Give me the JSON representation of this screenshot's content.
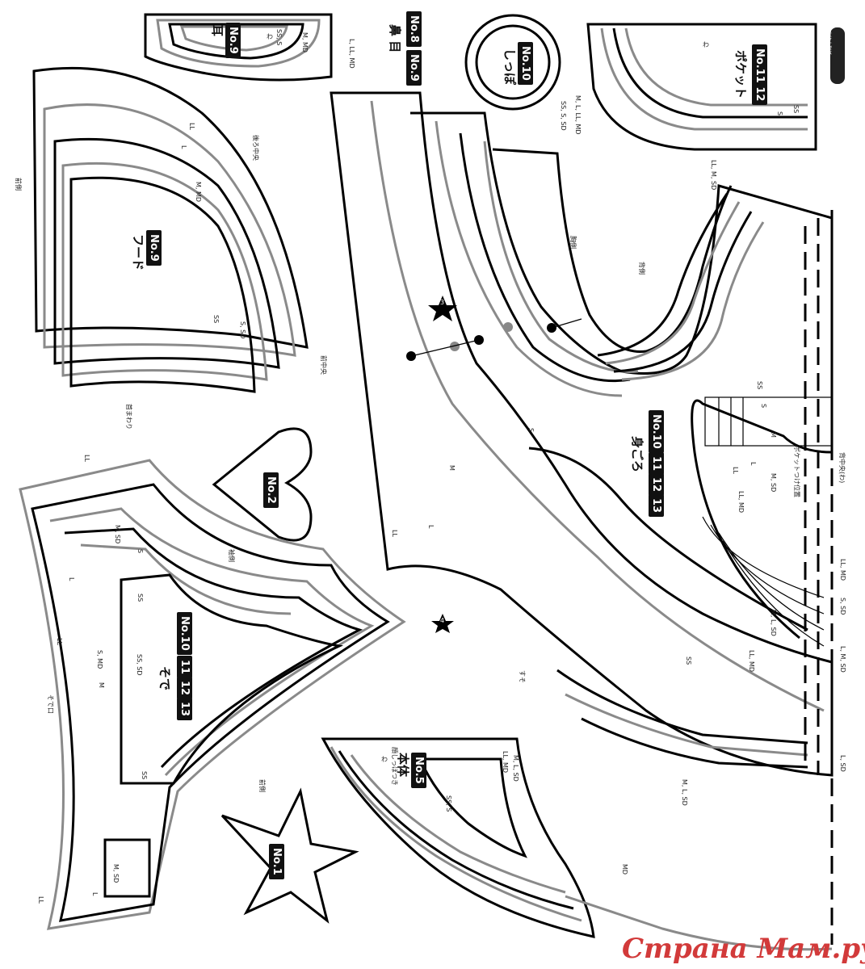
{
  "pieces": {
    "ear": {
      "number": "No.9",
      "name": "耳",
      "sizes": [
        "SS, S",
        "M, MD",
        "L, LL, MD"
      ],
      "mark": "わ"
    },
    "nose_eye": {
      "number_a": "No.8",
      "number_b": "No.9",
      "name": "鼻 目"
    },
    "tail": {
      "number": "No.10",
      "name": "しっぽ",
      "sizes": "SS, S, SD",
      "sizes2": "M, L, LL, MD"
    },
    "pocket": {
      "number": "No.11 12",
      "name": "ポケット",
      "mark": "わ",
      "sizes": [
        "SS",
        "S",
        "LL, M, SD"
      ]
    },
    "hood": {
      "number": "No.9",
      "name": "フード",
      "sizes": [
        "LL",
        "L",
        "M, MD",
        "S, SD",
        "SS"
      ],
      "note": "後ろ中央",
      "note2": "前中央",
      "note3": "首まわり",
      "note4": "前側"
    },
    "heart": {
      "number": "No.2"
    },
    "body": {
      "numbers": [
        "No.10",
        "11",
        "12",
        "13"
      ],
      "name": "身ごろ",
      "note": "ポケットつけ位置",
      "note2": "背中央(わ)",
      "note3": "すそ",
      "note4": "背側",
      "note5": "胸側",
      "sizes": [
        "SS",
        "S",
        "M",
        "L",
        "LL",
        "M, SD",
        "LL, MD",
        "S, SD",
        "M, L, SD",
        "LL, MD",
        "L, M, SD",
        "LL, MD",
        "M, L, SD",
        "SS",
        "S",
        "M",
        "L",
        "LL",
        "L, SD",
        "MD"
      ],
      "stars": [
        "3",
        "4"
      ]
    },
    "sleeve": {
      "numbers": [
        "No.10",
        "11",
        "12",
        "13"
      ],
      "name": "そで",
      "note": "そで口",
      "note2": "前側",
      "note3": "袖側",
      "sizes": [
        "LL",
        "L",
        "M, SD",
        "S",
        "SS",
        "S, MD",
        "SS, SD",
        "M",
        "LL",
        "SS",
        "M, SD",
        "L",
        "LL"
      ]
    },
    "base": {
      "number": "No.5",
      "name": "本体",
      "sub": "顔しっぽつき",
      "mark": "わ",
      "sizes": [
        "LL, MD",
        "M, L, SD",
        "SS, S"
      ]
    },
    "star": {
      "number": "No.1"
    }
  },
  "brand": {
    "badge": "実物大型紙"
  },
  "watermark": {
    "text": "Страна Мам.ру"
  },
  "colors": {
    "line_primary": "#000000",
    "line_secondary": "#8a8a8a",
    "watermark": "#d23a3a"
  }
}
